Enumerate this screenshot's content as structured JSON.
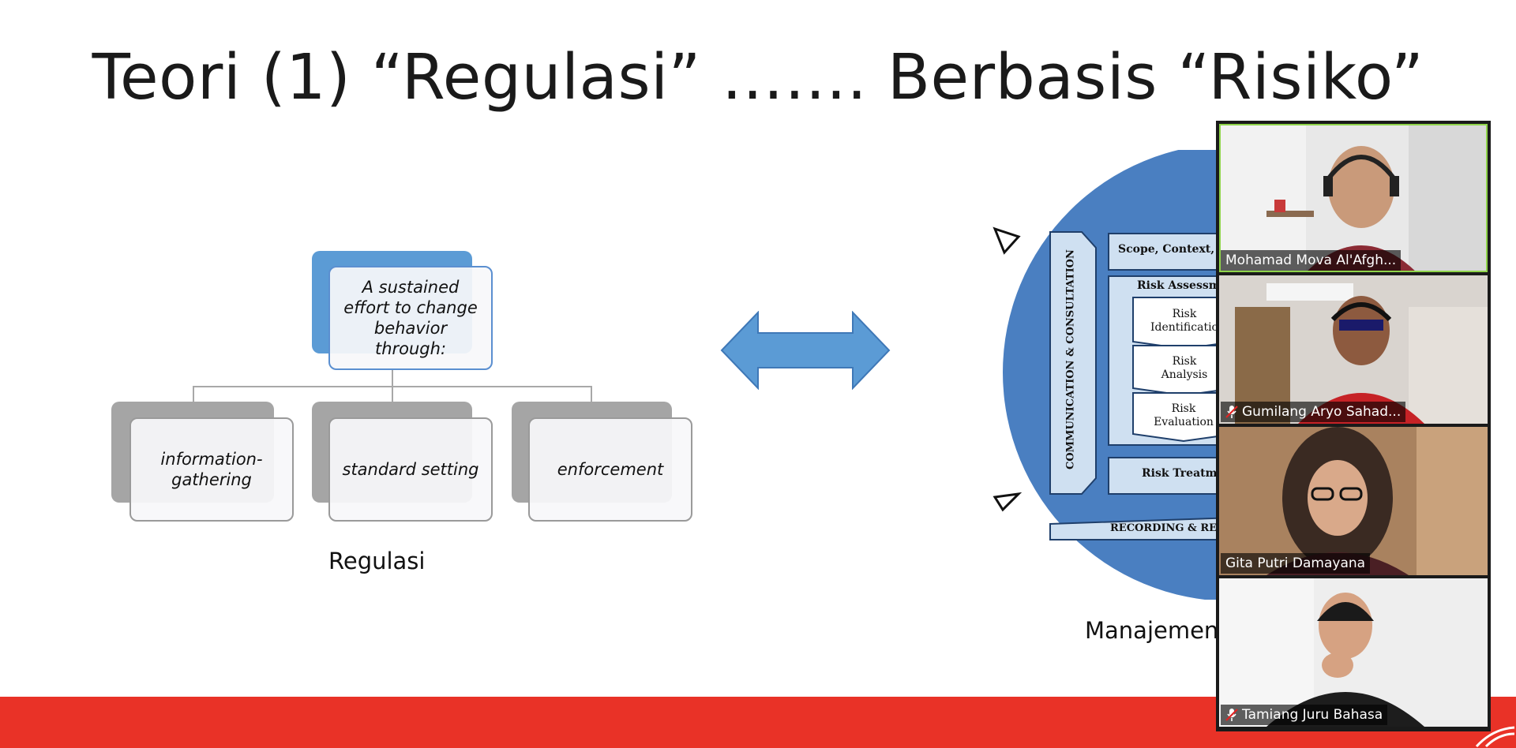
{
  "slide": {
    "title": "Teori (1) “Regulasi” ……. Berbasis “Risiko”",
    "regulasi": {
      "top_box": "A sustained effort to change behavior through:",
      "children": [
        "information-gathering",
        "standard setting",
        "enforcement"
      ],
      "caption": "Regulasi"
    },
    "risk_diagram": {
      "side_label": "COMMUNICATION & CONSULTATION",
      "scope": "Scope, Context, C",
      "assessment": "Risk Assessme",
      "steps": [
        "Risk Identificatio",
        "Risk Analysis",
        "Risk Evaluation"
      ],
      "treatment": "Risk Treatme",
      "recording": "RECORDING & REP",
      "caption": "Manajemen"
    },
    "colors": {
      "slide_blue": "#4a7fc1",
      "box_blue": "#5b9bd5",
      "bar_red": "#e93227"
    }
  },
  "participants": [
    {
      "name": "Mohamad Mova Al'Afgh...",
      "muted": false,
      "active_speaker": true
    },
    {
      "name": "Gumilang Aryo Sahad...",
      "muted": true,
      "active_speaker": false
    },
    {
      "name": "Gita Putri Damayana",
      "muted": false,
      "active_speaker": false
    },
    {
      "name": "Tamiang Juru Bahasa",
      "muted": true,
      "active_speaker": false
    }
  ],
  "icons": {
    "muted_icon": "microphone-muted-icon"
  }
}
